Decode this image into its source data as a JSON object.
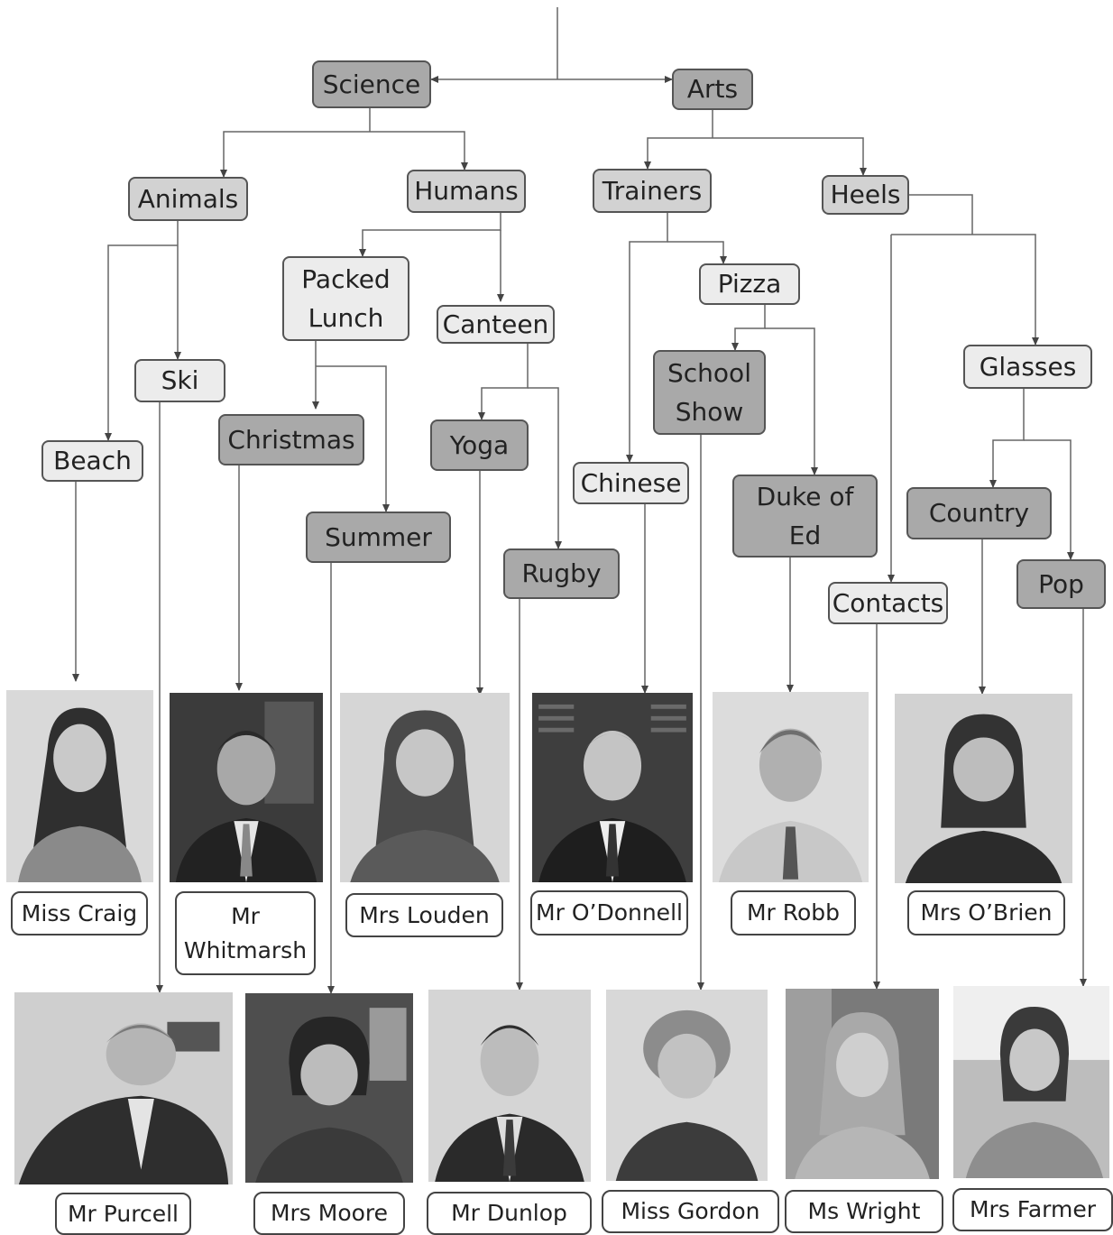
{
  "nodes": {
    "science": "Science",
    "arts": "Arts",
    "animals": "Animals",
    "humans": "Humans",
    "trainers": "Trainers",
    "heels": "Heels",
    "packed_lunch": "Packed\nLunch",
    "canteen": "Canteen",
    "pizza": "Pizza",
    "ski": "Ski",
    "beach": "Beach",
    "christmas": "Christmas",
    "summer": "Summer",
    "yoga": "Yoga",
    "rugby": "Rugby",
    "school_show": "School\nShow",
    "chinese": "Chinese",
    "duke_of_ed": "Duke of\nEd",
    "glasses": "Glasses",
    "country": "Country",
    "pop": "Pop",
    "contacts": "Contacts"
  },
  "people": {
    "craig": "Miss Craig",
    "whitmarsh": "Mr\nWhitmarsh",
    "louden": "Mrs Louden",
    "odonnell": "Mr O’Donnell",
    "robb": "Mr Robb",
    "obrien": "Mrs O’Brien",
    "purcell": "Mr Purcell",
    "moore": "Mrs Moore",
    "dunlop": "Mr Dunlop",
    "gordon": "Miss Gordon",
    "wright": "Ms Wright",
    "farmer": "Mrs Farmer"
  }
}
